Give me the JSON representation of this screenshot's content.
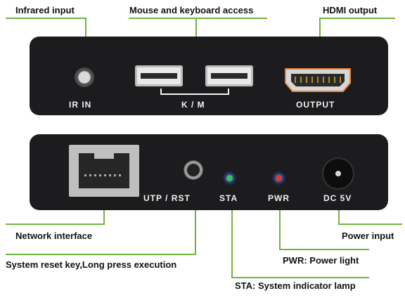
{
  "labels": {
    "infrared_input": "Infrared input",
    "mouse_keyboard": "Mouse and keyboard access",
    "hdmi_output": "HDMI output",
    "network_interface": "Network interface",
    "system_reset": "System reset key,Long press execution",
    "power_input": "Power input",
    "pwr_light": "PWR: Power light",
    "sta_lamp": "STA: System indicator lamp"
  },
  "panel_labels": {
    "ir_in": "IR IN",
    "km": "K / M",
    "output": "OUTPUT",
    "utp_rst": "UTP / RST",
    "sta": "STA",
    "pwr": "PWR",
    "dc5v": "DC 5V"
  },
  "colors": {
    "line": "#6fb43f",
    "panel": "#1c1c1e",
    "sta_led": "#3fbf5a",
    "pwr_led": "#d83a3a"
  }
}
